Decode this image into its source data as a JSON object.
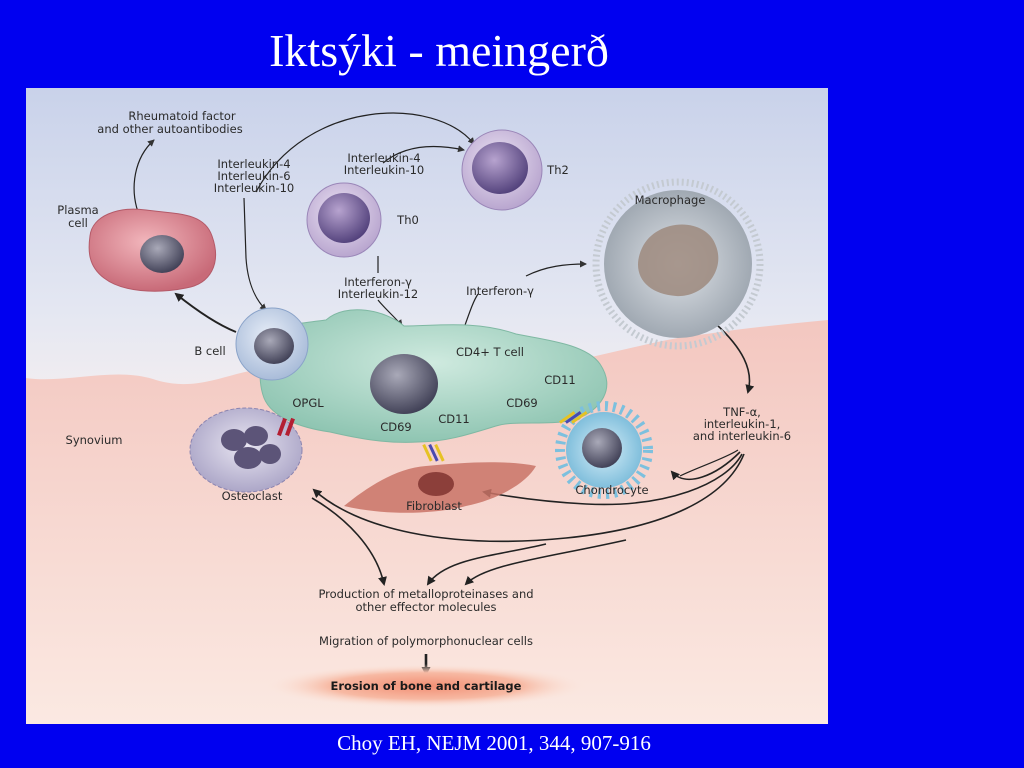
{
  "slide": {
    "title": "Iktsýki - meingerð",
    "citation": "Choy EH, NEJM 2001, 344, 907-916"
  },
  "colors": {
    "slide_background": "#0000f0",
    "title_text": "#ffffff"
  },
  "diagram": {
    "labels": {
      "rheumatoid": [
        "Rheumatoid factor",
        "and other autoantibodies"
      ],
      "il_group_left": [
        "Interleukin-4",
        "Interleukin-6",
        "Interleukin-10"
      ],
      "il_group_top": [
        "Interleukin-4",
        "Interleukin-10"
      ],
      "th2": "Th2",
      "th0": "Th0",
      "plasma_cell": [
        "Plasma",
        "cell"
      ],
      "macrophage": "Macrophage",
      "interferon_il12": [
        "Interferon-γ",
        "Interleukin-12"
      ],
      "interferon": "Interferon-γ",
      "b_cell": "B cell",
      "cd4_t_cell": "CD4+ T cell",
      "cd11_right": "CD11",
      "cd69_right": "CD69",
      "opgl": "OPGL",
      "synovium": "Synovium",
      "cd69_left": "CD69",
      "cd11_left": "CD11",
      "tnf": [
        "TNF-α,",
        "interleukin-1,",
        "and interleukin-6"
      ],
      "osteoclast": "Osteoclast",
      "fibroblast": "Fibroblast",
      "chondrocyte": "Chondrocyte",
      "production": [
        "Production of metalloproteinases and",
        "other effector molecules"
      ],
      "migration": "Migration of polymorphonuclear cells",
      "erosion": "Erosion of bone and cartilage"
    }
  }
}
